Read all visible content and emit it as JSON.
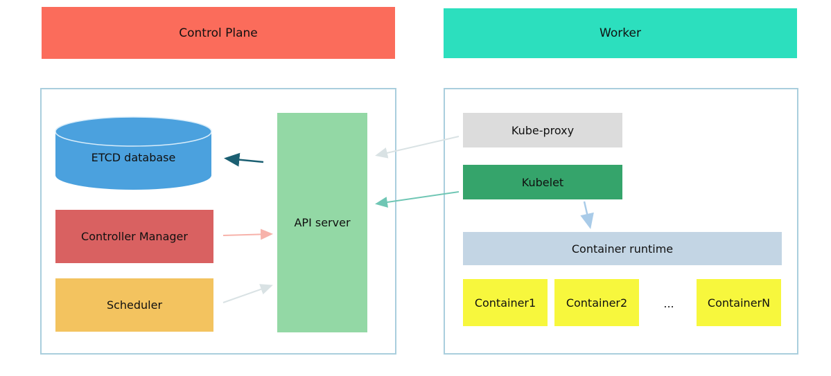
{
  "headers": {
    "control_plane": "Control Plane",
    "worker": "Worker"
  },
  "control_plane": {
    "etcd_label": "ETCD database",
    "controller_manager_label": "Controller Manager",
    "scheduler_label": "Scheduler",
    "api_server_label": "API server"
  },
  "worker": {
    "kube_proxy_label": "Kube-proxy",
    "kubelet_label": "Kubelet",
    "container_runtime_label": "Container runtime",
    "containers": [
      "Container1",
      "Container2",
      "ContainerN"
    ],
    "ellipsis": "..."
  },
  "colors": {
    "control_plane_header": "#fb6c5b",
    "worker_header": "#2cdfbe",
    "group_box_border": "#a9cedd",
    "etcd": "#4ba1de",
    "controller_manager": "#d96161",
    "scheduler": "#f3c35f",
    "api_server": "#93d8a5",
    "kube_proxy": "#dcdcdc",
    "kubelet": "#35a46b",
    "container_runtime": "#c3d5e4",
    "container": "#f7f73d",
    "arrow_api_to_etcd": "#1b5f72",
    "arrow_cm_to_api": "#f7b2aa",
    "arrow_gray": "#d9e2e4",
    "arrow_kubelet_to_api": "#6fc6b4",
    "arrow_kubelet_to_runtime": "#a9cbe8"
  }
}
